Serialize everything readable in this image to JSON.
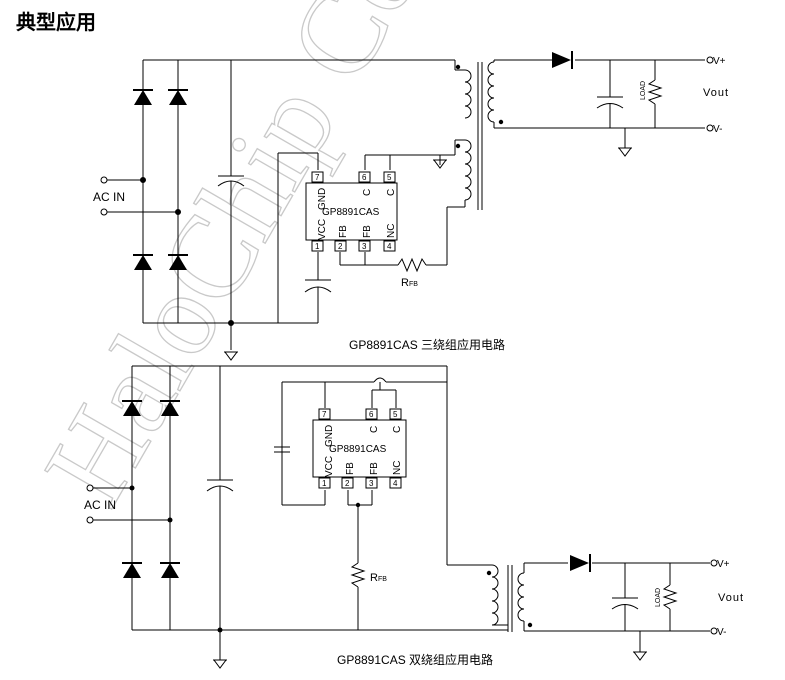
{
  "page": {
    "title": "典型应用"
  },
  "watermark": "HaloChip Confidential",
  "circuit1": {
    "chip": "GP8891CAS",
    "pins": [
      {
        "num": "1",
        "label": "VCC"
      },
      {
        "num": "2",
        "label": "FB"
      },
      {
        "num": "3",
        "label": "FB"
      },
      {
        "num": "4",
        "label": "NC"
      },
      {
        "num": "5",
        "label": "C"
      },
      {
        "num": "6",
        "label": "C"
      },
      {
        "num": "7",
        "label": "GND"
      }
    ],
    "ac_in": "AC IN",
    "v_plus": "V+",
    "v_minus": "V-",
    "vout": "Vout",
    "load": "LOAD",
    "rfb": "R",
    "rfb_sub": "FB",
    "caption": "GP8891CAS 三绕组应用电路"
  },
  "circuit2": {
    "chip": "GP8891CAS",
    "pins": [
      {
        "num": "1",
        "label": "VCC"
      },
      {
        "num": "2",
        "label": "FB"
      },
      {
        "num": "3",
        "label": "FB"
      },
      {
        "num": "4",
        "label": "NC"
      },
      {
        "num": "5",
        "label": "C"
      },
      {
        "num": "6",
        "label": "C"
      },
      {
        "num": "7",
        "label": "GND"
      }
    ],
    "ac_in": "AC IN",
    "v_plus": "V+",
    "v_minus": "V-",
    "vout": "Vout",
    "load": "LOAD",
    "rfb": "R",
    "rfb_sub": "FB",
    "caption": "GP8891CAS 双绕组应用电路"
  }
}
